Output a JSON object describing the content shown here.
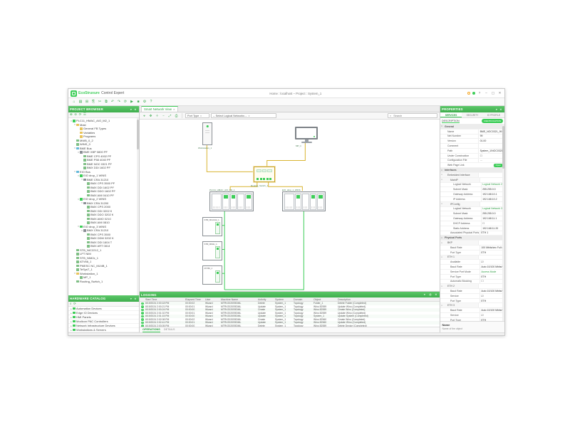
{
  "colors": {
    "accent_green": "#3dcd58",
    "link_yellow": "#d9b430",
    "link_green": "#3dcd58"
  },
  "glyphs": {
    "close": "✕",
    "caret_down": "▾",
    "caret_right": "▸",
    "search": "⌕",
    "check": "✓"
  },
  "window": {
    "brand_primary": "EcoStruxure",
    "brand_secondary": "Control Expert",
    "center_title": "Home : localhost  –  Project : System_1",
    "controls": {
      "help": "?",
      "minimize": "–",
      "maximize": "▢",
      "close": "✕"
    }
  },
  "main_toolbar": {
    "icons": [
      {
        "name": "home-icon",
        "glyph": "⌂"
      },
      {
        "name": "new-project-icon",
        "glyph": "▤"
      },
      {
        "name": "open-project-icon",
        "glyph": "⊞"
      },
      {
        "name": "save-icon",
        "glyph": "⎘"
      },
      {
        "name": "cut-icon",
        "glyph": "✂"
      },
      {
        "name": "copy-icon",
        "glyph": "⧉"
      },
      {
        "name": "undo-icon",
        "glyph": "↶"
      },
      {
        "name": "redo-icon",
        "glyph": "↷"
      },
      {
        "name": "refresh-icon",
        "glyph": "⟳"
      },
      {
        "name": "run-icon",
        "glyph": "▶"
      },
      {
        "name": "stop-icon",
        "glyph": "■"
      },
      {
        "name": "settings-icon",
        "glyph": "⚙"
      },
      {
        "name": "help-icon",
        "glyph": "?"
      }
    ]
  },
  "project_browser": {
    "title": "PROJECT BROWSER",
    "toolbar": [
      {
        "name": "expand-all-icon",
        "glyph": "⊕"
      },
      {
        "name": "collapse-all-icon",
        "glyph": "⊖"
      },
      {
        "name": "refresh-tree-icon",
        "glyph": "⟳"
      },
      {
        "name": "filter-icon",
        "glyph": "☰"
      }
    ],
    "tree": [
      {
        "label": "PLC11_HMAC_AIO_M2_1",
        "depth": 0,
        "icon": "station",
        "caret": "▾"
      },
      {
        "label": "Mast",
        "depth": 1,
        "icon": "folder",
        "caret": "▾"
      },
      {
        "label": "General FB Types",
        "depth": 2,
        "icon": "folder"
      },
      {
        "label": "Variables",
        "depth": 2,
        "icon": "folder"
      },
      {
        "label": "Programs",
        "depth": 2,
        "icon": "folder"
      },
      {
        "label": "MWB_0_2",
        "depth": 1,
        "icon": "module"
      },
      {
        "label": "WINS_0",
        "depth": 1,
        "icon": "module"
      },
      {
        "label": "BME Bus",
        "depth": 1,
        "icon": "bus",
        "caret": "▾"
      },
      {
        "label": "BME XBP 0800 PF",
        "depth": 2,
        "icon": "rack",
        "caret": "▾"
      },
      {
        "label": "BME CPS 4002 PF",
        "depth": 3,
        "icon": "module"
      },
      {
        "label": "BME P58 4040 PF",
        "depth": 3,
        "icon": "module"
      },
      {
        "label": "BME NOC 0321 PF",
        "depth": 3,
        "icon": "module"
      },
      {
        "label": "BMX DDI 1602 PF",
        "depth": 3,
        "icon": "module"
      },
      {
        "label": "EIO Bus",
        "depth": 1,
        "icon": "bus",
        "caret": "▾"
      },
      {
        "label": "EIO drop_1 WINS",
        "depth": 2,
        "icon": "drop",
        "caret": "▾"
      },
      {
        "label": "BME CRA 31210",
        "depth": 3,
        "icon": "rack",
        "caret": "▾"
      },
      {
        "label": "BMX CPS 3500 PF",
        "depth": 4,
        "icon": "module"
      },
      {
        "label": "BMX DDI 1602 PF",
        "depth": 4,
        "icon": "module"
      },
      {
        "label": "BMX DDO 1602 PF",
        "depth": 4,
        "icon": "module"
      },
      {
        "label": "BMX AMI 0410 PF",
        "depth": 4,
        "icon": "module"
      },
      {
        "label": "EIO drop_2 WINS",
        "depth": 2,
        "icon": "drop",
        "caret": "▾"
      },
      {
        "label": "BMX CRA 31200",
        "depth": 3,
        "icon": "rack",
        "caret": "▾"
      },
      {
        "label": "BMX CPS 2000",
        "depth": 4,
        "icon": "module"
      },
      {
        "label": "BMX DDI 3202 K",
        "depth": 4,
        "icon": "module"
      },
      {
        "label": "BMX DDO 3202 K",
        "depth": 4,
        "icon": "module"
      },
      {
        "label": "BMX AMO 0210",
        "depth": 4,
        "icon": "module"
      },
      {
        "label": "BMX AMI 0810",
        "depth": 4,
        "icon": "module"
      },
      {
        "label": "EIO drop_3 WINS",
        "depth": 2,
        "icon": "drop",
        "caret": "▾"
      },
      {
        "label": "BMX CRA 31210",
        "depth": 3,
        "icon": "rack",
        "caret": "▾"
      },
      {
        "label": "BMX CPS 3500",
        "depth": 4,
        "icon": "module"
      },
      {
        "label": "BMX DDM 3202 K",
        "depth": 4,
        "icon": "module"
      },
      {
        "label": "BMX DDI 1604 T",
        "depth": 4,
        "icon": "module"
      },
      {
        "label": "BMX ART 0814",
        "depth": 4,
        "icon": "module"
      },
      {
        "label": "STB_NIC2212_1",
        "depth": 1,
        "icon": "module"
      },
      {
        "label": "LPT NIM",
        "depth": 1,
        "icon": "module"
      },
      {
        "label": "STB_NIM2x_1",
        "depth": 1,
        "icon": "module"
      },
      {
        "label": "ATV66_1",
        "depth": 1,
        "icon": "module"
      },
      {
        "label": "PMESC NC_MLNB_1",
        "depth": 1,
        "icon": "module"
      },
      {
        "label": "TeSysT_1",
        "depth": 1,
        "icon": "module"
      },
      {
        "label": "Workstation_1",
        "depth": 1,
        "icon": "folder",
        "caret": "▾"
      },
      {
        "label": "MP_1",
        "depth": 2,
        "icon": "module"
      },
      {
        "label": "Routing_Switch_1",
        "depth": 1,
        "icon": "module"
      }
    ]
  },
  "hardware_catalog": {
    "title": "HARDWARE CATALOG",
    "toolbar": [
      {
        "name": "search-catalog-icon",
        "glyph": "⌕"
      },
      {
        "name": "refresh-catalog-icon",
        "glyph": "⟳"
      }
    ],
    "items": [
      "Automation Devices",
      "Edge IO Devices",
      "HMI Panels",
      "Modicon PAC Controllers",
      "Network Infrastructure Devices",
      "Workstations & Servers"
    ]
  },
  "network_view": {
    "tab_label": "Smart Network View",
    "toolbar_icons": [
      {
        "name": "pointer-tool-icon",
        "glyph": "⌖"
      },
      {
        "name": "pan-tool-icon",
        "glyph": "✥"
      },
      {
        "name": "zoom-in-icon",
        "glyph": "＋"
      },
      {
        "name": "zoom-out-icon",
        "glyph": "−"
      },
      {
        "name": "fit-view-icon",
        "glyph": "⤢"
      },
      {
        "name": "print-icon",
        "glyph": "⎙"
      }
    ],
    "port_type_label": "Port Type",
    "network_select_label": "-- Select Logical Networks --",
    "search_placeholder": "Search"
  },
  "diagram": {
    "pc_label": "Workstation_1",
    "monitor_label": "MP_1",
    "switch_label": "Routing_Switch_1",
    "rack_a_label": "PLC11_HMAC_AIO_M2_1",
    "rack_b_label": "EIO_drop_1_WINS",
    "device1_label": "STB_NIC2212_1",
    "device2_label": "STB_NIM2x_1",
    "device3_label": "ATV66_1"
  },
  "properties": {
    "title": "PROPERTIES",
    "tabs": [
      {
        "label": "SERVICES",
        "state": "active"
      },
      {
        "label": "SECURITY"
      },
      {
        "label": "IO PROFILE"
      }
    ],
    "description_tab": "DESCRIPTION",
    "identification_button": "IDENTIFICATION",
    "rows": [
      {
        "kind": "section",
        "caret": "▾",
        "label": "General"
      },
      {
        "label": "Name",
        "value": "BME_NOC0321_99",
        "depth": 1
      },
      {
        "label": "Net Number",
        "value": "99",
        "depth": 1
      },
      {
        "label": "Version",
        "value": "01.00",
        "depth": 1
      },
      {
        "label": "Comment",
        "value": "",
        "depth": 1
      },
      {
        "label": "Path",
        "value": "System_1\\NOC0321_99",
        "depth": 1
      },
      {
        "label": "Under Construction",
        "value": "☐",
        "depth": 1
      },
      {
        "label": "Configuration File",
        "value": "…",
        "depth": 1
      },
      {
        "label": "Web Page Link",
        "value": "Open",
        "vkind": "btn",
        "depth": 1
      },
      {
        "kind": "section",
        "caret": "▾",
        "label": "Interfaces"
      },
      {
        "kind": "subsection",
        "caret": "▾",
        "label": "Embedded Interface",
        "depth": 1
      },
      {
        "kind": "subsection",
        "caret": "▾",
        "label": "MainIP",
        "depth": 2
      },
      {
        "label": "Logical Network",
        "value": "Logical Network 2",
        "vkind": "green",
        "depth": 3
      },
      {
        "label": "Subnet Mask",
        "value": "255.255.0.0",
        "depth": 3
      },
      {
        "label": "Gateway Address",
        "value": "192.168.10.1",
        "depth": 3
      },
      {
        "label": "IP Address",
        "value": "192.168.10.2",
        "depth": 3
      },
      {
        "kind": "subsection",
        "caret": "▾",
        "label": "IPConfig",
        "depth": 2
      },
      {
        "label": "Logical Network",
        "value": "Logical Network 3",
        "vkind": "green",
        "depth": 3
      },
      {
        "label": "Subnet Mask",
        "value": "255.255.0.0",
        "depth": 3
      },
      {
        "label": "Gateway Address",
        "value": "192.168.11.1",
        "depth": 3
      },
      {
        "label": "DHCP Address",
        "value": "☐",
        "depth": 3
      },
      {
        "label": "Static Address",
        "value": "192.168.11.20",
        "depth": 3
      },
      {
        "label": "Associated Physical Ports",
        "value": "ETH 1",
        "depth": 2
      },
      {
        "kind": "section",
        "caret": "▾",
        "label": "Physical Ports"
      },
      {
        "kind": "subsection",
        "caret": "▾",
        "label": "BKP",
        "depth": 1
      },
      {
        "label": "Baud Rate",
        "value": "100 Mbits/sec Full duplex",
        "depth": 2
      },
      {
        "label": "Port Type",
        "value": "ETH",
        "depth": 2
      },
      {
        "kind": "subsection",
        "caret": "▾",
        "label": "ETH 1",
        "depth": 1
      },
      {
        "label": "Available",
        "value": "☑",
        "depth": 2
      },
      {
        "label": "Baud Rate",
        "value": "Auto 10/100 Mbits/sec",
        "depth": 2
      },
      {
        "label": "Service Port Mode",
        "value": "Access Mode",
        "vkind": "green",
        "depth": 2
      },
      {
        "label": "Port Type",
        "value": "ETH",
        "depth": 2
      },
      {
        "label": "Automatic Blocking",
        "value": "☐",
        "depth": 2
      },
      {
        "kind": "subsection",
        "caret": "▾",
        "label": "ETH 2",
        "depth": 1
      },
      {
        "label": "Baud Rate",
        "value": "Auto 10/100 Mbits/sec",
        "depth": 2
      },
      {
        "label": "Service",
        "value": "☑",
        "depth": 2
      },
      {
        "label": "Port Type",
        "value": "ETH",
        "depth": 2
      },
      {
        "kind": "subsection",
        "caret": "▾",
        "label": "ETH 3",
        "depth": 1
      },
      {
        "label": "Baud Rate",
        "value": "Auto 10/100 Mbits/sec",
        "depth": 2
      },
      {
        "label": "Service",
        "value": "☑",
        "depth": 2
      },
      {
        "label": "Port Type",
        "value": "ETH",
        "depth": 2
      }
    ],
    "footer_title": "Name",
    "footer_desc": "Name of the object"
  },
  "logging": {
    "title": "LOGGING",
    "header_icons": [
      {
        "name": "filter-log-icon",
        "glyph": "▾"
      },
      {
        "name": "export-log-icon",
        "glyph": "⎙"
      },
      {
        "name": "clear-log-icon",
        "glyph": "✕"
      }
    ],
    "columns": [
      {
        "label": "Start Time",
        "cls": "c1"
      },
      {
        "label": "Elapsed Time",
        "cls": "c2"
      },
      {
        "label": "User",
        "cls": "c3"
      },
      {
        "label": "Machine Name",
        "cls": "c4"
      },
      {
        "label": "Activity",
        "cls": "c5"
      },
      {
        "label": "System",
        "cls": "c6"
      },
      {
        "label": "Domain",
        "cls": "c7"
      },
      {
        "label": "Object",
        "cls": "c8"
      },
      {
        "label": "Description",
        "cls": "c9"
      }
    ],
    "rows": [
      {
        "st": "8/19/2024 2:00:18 PM",
        "el": "00:00:02",
        "us": "Wizard",
        "mc": "MTRV2020S9DML",
        "ac": "Delete",
        "sy": "System_1",
        "dm": "Topology",
        "ob": "Folder_1",
        "de": "Delete Folder (Completed)"
      },
      {
        "st": "8/19/2024 2:00:21 PM",
        "el": "00:00:01",
        "us": "Wizard",
        "mc": "MTRV2020S9DML",
        "ac": "Update",
        "sy": "System_1",
        "dm": "Topology",
        "ob": "Wino 82559",
        "de": "Update Wino (Completed)"
      },
      {
        "st": "8/19/2024 2:00:24 PM",
        "el": "00:00:00",
        "us": "Wizard",
        "mc": "MTRV2020S9DML",
        "ac": "Create",
        "sy": "System_1",
        "dm": "Topology",
        "ob": "Wino 82559",
        "de": "Create Wino (Completed)"
      },
      {
        "st": "8/19/2024 2:01:02 PM",
        "el": "00:00:01",
        "us": "Wizard",
        "mc": "MTRV2020S9DML",
        "ac": "Update",
        "sy": "System_1",
        "dm": "Topology",
        "ob": "Wino 82559",
        "de": "Update Wino (Completed)"
      },
      {
        "st": "8/19/2024 2:01:15 PM",
        "el": "00:00:00",
        "us": "Wizard",
        "mc": "MTRV2020S9DML",
        "ac": "Update",
        "sy": "System_1",
        "dm": "Topology",
        "ob": "System_1",
        "de": "Update System (Completed)"
      },
      {
        "st": "8/19/2024 2:02:08 PM",
        "el": "00:00:02",
        "us": "Wizard",
        "mc": "MTRV2020S9DML",
        "ac": "Create",
        "sy": "System_1",
        "dm": "Topology",
        "ob": "Wino 82560",
        "de": "Create Wino (Completed)"
      },
      {
        "st": "8/19/2024 2:02:41 PM",
        "el": "00:00:01",
        "us": "Wizard",
        "mc": "MTRV2020S9DML",
        "ac": "Update",
        "sy": "System_1",
        "dm": "Topology",
        "ob": "Wino 82560",
        "de": "Update Wino (Completed)"
      },
      {
        "st": "8/19/2024 2:03:05 PM",
        "el": "00:00:00",
        "us": "Wizard",
        "mc": "MTRV2020S9DML",
        "ac": "Delete",
        "sy": "System_1",
        "dm": "Topology",
        "ob": "Wino 82559",
        "de": "Delete Device (Completed)"
      }
    ],
    "tabs": [
      {
        "label": "OPERATIONS",
        "state": "active"
      },
      {
        "label": "DETAILS"
      }
    ]
  }
}
